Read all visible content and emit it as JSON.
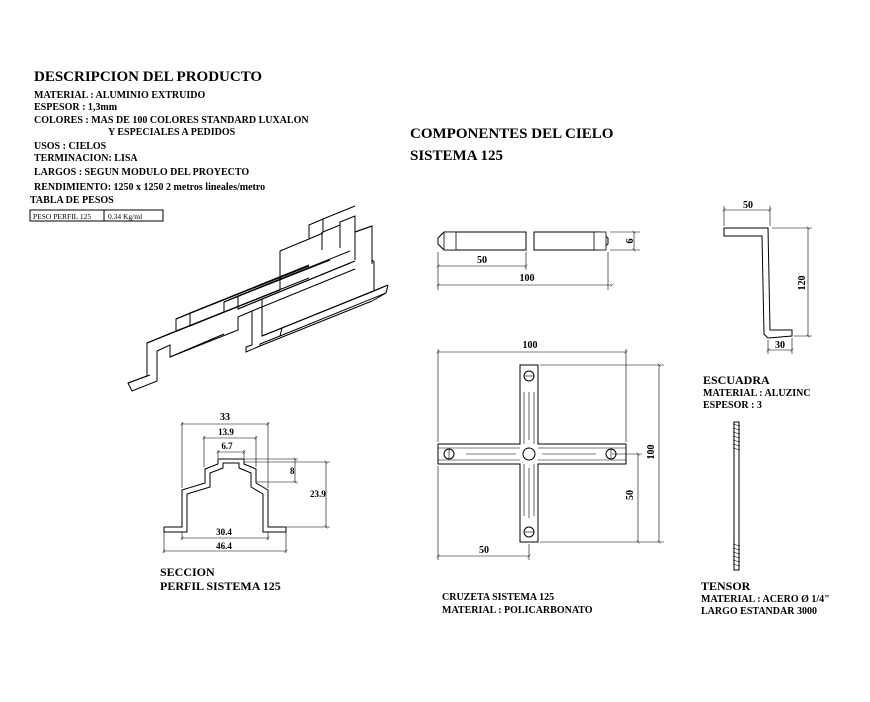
{
  "description": {
    "title": "DESCRIPCION DEL PRODUCTO",
    "lines": [
      "MATERIAL  : ALUMINIO EXTRUIDO",
      "ESPESOR  : 1,3mm",
      "COLORES    :  MAS DE 100 COLORES STANDARD LUXALON",
      "Y ESPECIALES A PEDIDOS",
      "USOS         :  CIELOS",
      "TERMINACION:  LISA",
      "LARGOS       :  SEGUN MODULO DEL PROYECTO",
      "RENDIMIENTO: 1250 x 1250  2 metros lineales/metro"
    ],
    "weights_title": "TABLA DE PESOS",
    "weights_row": {
      "label": "PESO PERFIL 125",
      "value": "0.34 Kg/ml"
    }
  },
  "components": {
    "title_line1": "COMPONENTES DEL CIELO",
    "title_line2": "SISTEMA 125"
  },
  "profile_section": {
    "dims": [
      "33",
      "13.9",
      "6.7",
      "8",
      "23.9",
      "30.4",
      "46.4"
    ],
    "label_line1": "SECCION",
    "label_line2": "PERFIL SISTEMA 125"
  },
  "cruceta_side": {
    "dims": [
      "50",
      "100",
      "6"
    ]
  },
  "cruceta": {
    "dims": [
      "100",
      "100",
      "50",
      "50"
    ],
    "label": "CRUZETA SISTEMA 125",
    "material": "MATERIAL  : POLICARBONATO"
  },
  "escuadra": {
    "dims": [
      "50",
      "120",
      "30"
    ],
    "title": "ESCUADRA",
    "material": "MATERIAL  : ALUZINC",
    "espesor": "ESPESOR  : 3"
  },
  "tensor": {
    "title": "TENSOR",
    "material": "MATERIAL  : ACERO Ø 1/4\"",
    "largo": "LARGO ESTANDAR 3000"
  }
}
